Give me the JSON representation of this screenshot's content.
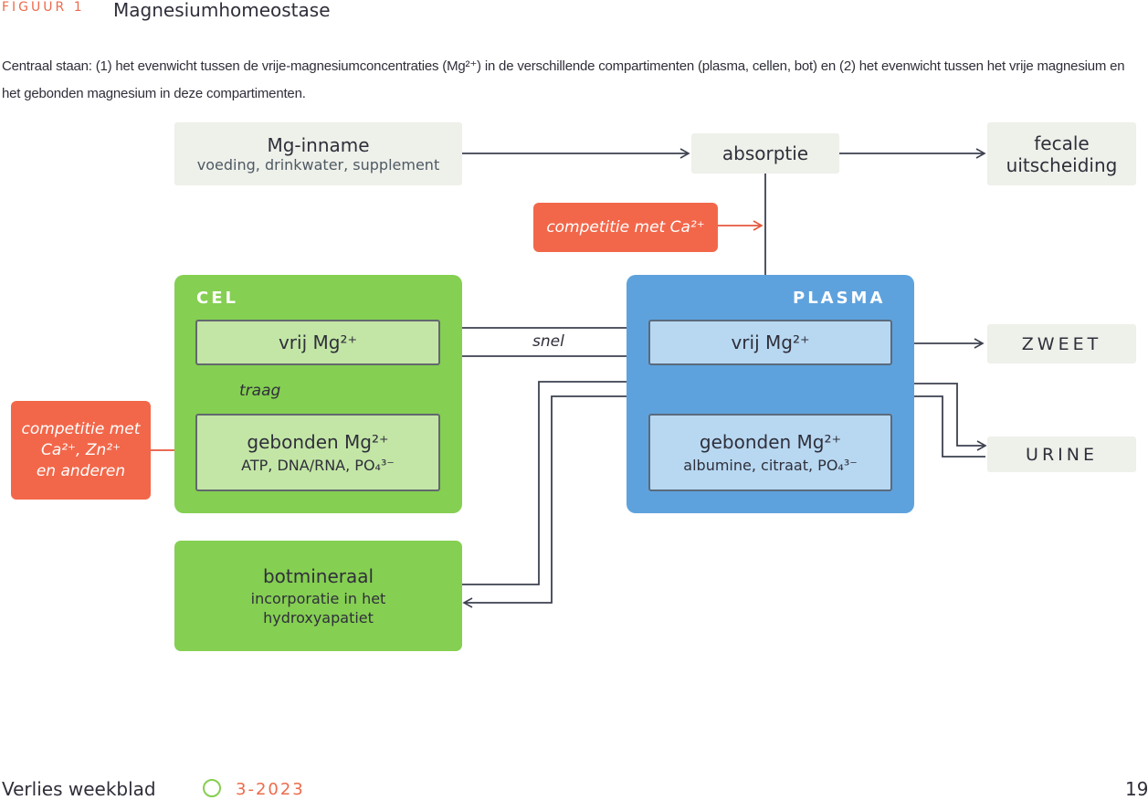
{
  "figure": {
    "label": "FIGUUR 1",
    "title": "Magnesiumhomeostase",
    "caption": "Centraal staan: (1) het evenwicht tussen de vrije-magnesiumconcentraties (Mg²⁺) in de verschillende compartimenten (plasma, cellen, bot) en (2) het evenwicht tussen het vrije magnesium en het gebonden magnesium in deze compartimenten."
  },
  "diagram": {
    "intake": {
      "title": "Mg-inname",
      "subtitle": "voeding, drinkwater, supplement"
    },
    "absorption": {
      "label": "absorptie"
    },
    "fecal": {
      "line1": "fecale",
      "line2": "uitscheiding"
    },
    "competition_ca": {
      "label": "competitie met Ca²⁺"
    },
    "competition_cell": {
      "line1": "competitie met",
      "line2": "Ca²⁺, Zn²⁺",
      "line3": "en anderen"
    },
    "cell": {
      "label": "CEL",
      "free": "vrij Mg²⁺",
      "bound_title": "gebonden Mg²⁺",
      "bound_sub": "ATP, DNA/RNA, PO₄³⁻",
      "slow_label": "traag"
    },
    "plasma": {
      "label": "PLASMA",
      "free": "vrij Mg²⁺",
      "bound_title": "gebonden Mg²⁺",
      "bound_sub": "albumine, citraat, PO₄³⁻"
    },
    "fast_label": "snel",
    "sweat": "ZWEET",
    "urine": "URINE",
    "bone": {
      "title": "botmineraal",
      "line1": "incorporatie in het",
      "line2": "hydroxyapatiet"
    }
  },
  "footer": {
    "journal": "Verlies weekblad",
    "date": "3-2023",
    "page": "19"
  },
  "colors": {
    "green": "#85cf52",
    "blue": "#5ea2dd",
    "orange": "#f2674a",
    "grey": "#eef0ea",
    "arrow": "#3d4150"
  }
}
